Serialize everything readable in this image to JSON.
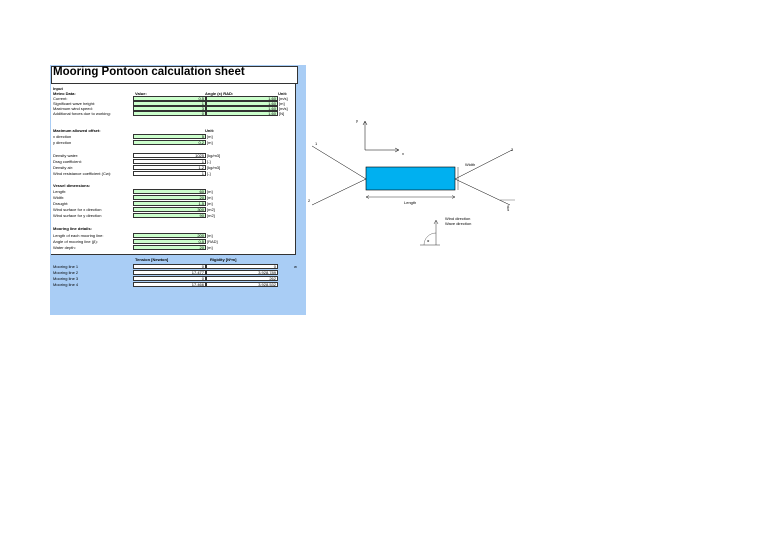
{
  "title": "Mooring Pontoon calculation sheet",
  "input_label": "Input",
  "metoc": {
    "header": "Meteo Data:",
    "value_header": "Value:",
    "angle_header": "Angle (x) RAD:",
    "unit_header": "Unit:",
    "rows": [
      {
        "label": "Current:",
        "value": "0.5",
        "angle": "1.60",
        "unit": "[m/s]"
      },
      {
        "label": "Significant wave height:",
        "value": "1",
        "angle": "1.60",
        "unit": "[m]"
      },
      {
        "label": "Maximum wind speed:",
        "value": "3",
        "angle": "1.60",
        "unit": "[m/s]"
      },
      {
        "label": "Additional forces due to working:",
        "value": "0",
        "angle": "1.60",
        "unit": "[N]"
      }
    ]
  },
  "offset": {
    "header": "Maximum allowed offset:",
    "unit_header": "Unit:",
    "rows": [
      {
        "label": "x direction",
        "value": "5",
        "unit": "[m]"
      },
      {
        "label": "y direction",
        "value": "0.2",
        "unit": "[m]"
      }
    ]
  },
  "constants": [
    {
      "label": "Density water:",
      "value": "1025",
      "unit": "[kg/m3]"
    },
    {
      "label": "Drag coefficient:",
      "value": "1",
      "unit": "[-]"
    },
    {
      "label": "Density air:",
      "value": "1.2",
      "unit": "[kg/m3]"
    },
    {
      "label": "Wind resistance coefficient (Cw):",
      "value": "1",
      "unit": "[-]"
    }
  ],
  "vessel": {
    "header": "Vessel dimensions:",
    "rows": [
      {
        "label": "Length:",
        "value": "60",
        "unit": "[m]"
      },
      {
        "label": "Width:",
        "value": "20",
        "unit": "[m]"
      },
      {
        "label": "Draught:",
        "value": "1.5",
        "unit": "[m]"
      },
      {
        "label": "Wind surface for x direction",
        "value": "300",
        "unit": "[m2]"
      },
      {
        "label": "Wind surface for y direction",
        "value": "90",
        "unit": "[m2]"
      }
    ]
  },
  "mooring": {
    "header": "Mooring line details:",
    "rows": [
      {
        "label": "Length of each mooring line:",
        "value": "200",
        "unit": "[m]"
      },
      {
        "label": "Angle of mooring line (β):",
        "value": "0.5",
        "unit": "[RAD]"
      },
      {
        "label": "Water depth:",
        "value": "20",
        "unit": "[m]"
      }
    ]
  },
  "results": {
    "tension_header": "Tension [Newton]",
    "rigidity_header": "Rigidity [N*m]",
    "w_label": "w",
    "rows": [
      {
        "label": "Mooring line 1",
        "tension": "0",
        "rigidity": "0"
      },
      {
        "label": "Mooring line 2",
        "tension": "17,477",
        "rigidity": "3,928,789"
      },
      {
        "label": "Mooring line 3",
        "tension": "0",
        "rigidity": "262"
      },
      {
        "label": "Mooring line 4",
        "tension": "17,466",
        "rigidity": "3,928,532"
      }
    ]
  },
  "diagram": {
    "pontoon_color": "#00b0f0",
    "width_label": "Width",
    "length_label": "Length",
    "x_label": "x",
    "y_label": "y",
    "line1": "1",
    "line2": "2",
    "line3": "3",
    "line4": "4",
    "beta": "β",
    "alpha": "α",
    "wind_label": "Wind direction",
    "wave_label": "Wave direction"
  }
}
